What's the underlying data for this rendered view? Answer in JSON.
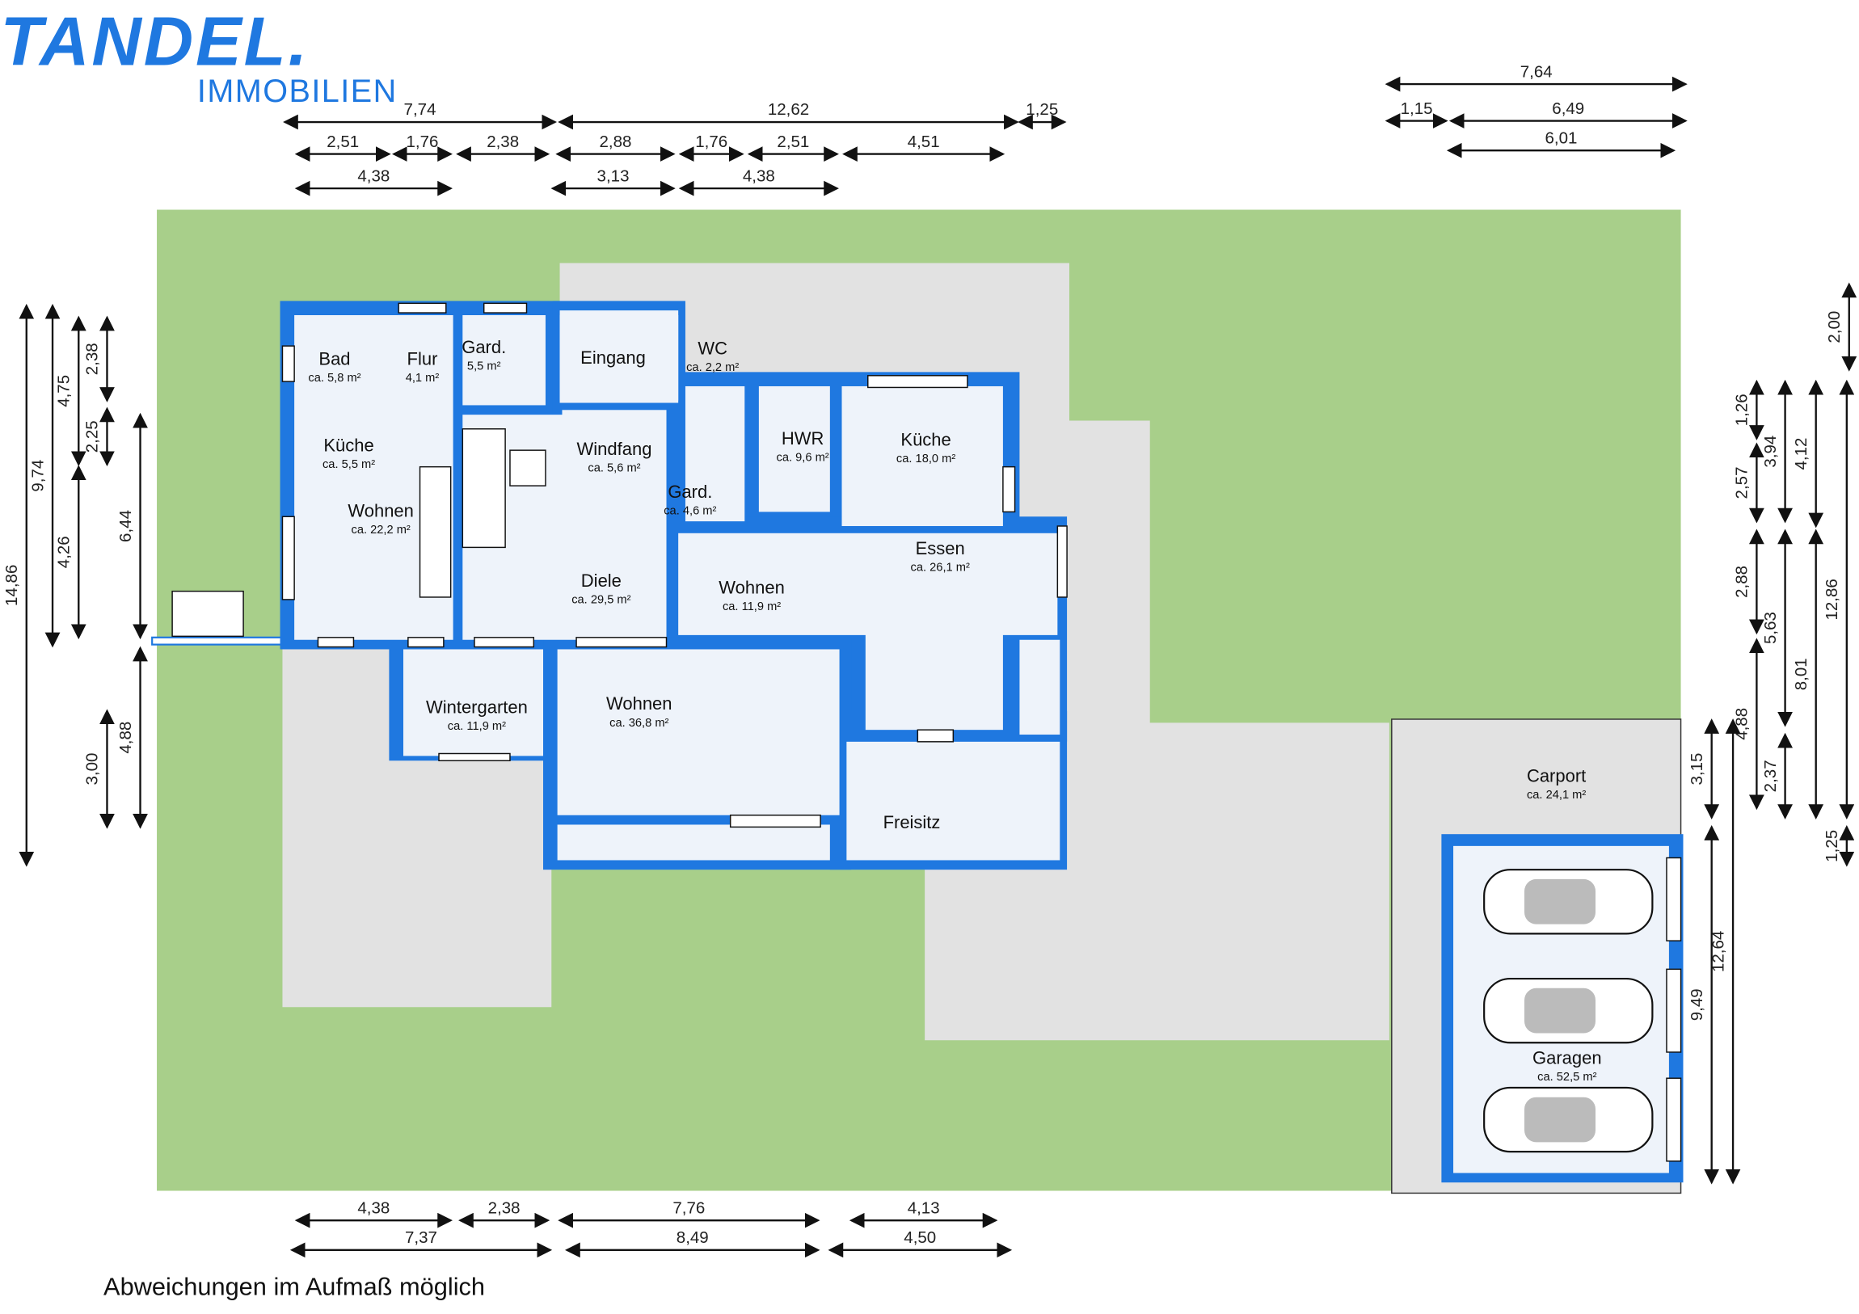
{
  "logo": {
    "brand": "TANDEL.",
    "subtitle": "IMMOBILIEN"
  },
  "footer_note": "Abweichungen im Aufmaß möglich",
  "colors": {
    "wall": "#1f78e0",
    "lawn": "#a8cf8a",
    "paving": "#e2e2e2",
    "floor": "#eef3fa"
  },
  "rooms": [
    {
      "name": "Bad",
      "area": "ca. 5,8 m²"
    },
    {
      "name": "Flur",
      "area": "4,1 m²"
    },
    {
      "name": "Gard.",
      "area": "5,5 m²"
    },
    {
      "name": "Eingang",
      "area": ""
    },
    {
      "name": "WC",
      "area": "ca. 2,2 m²"
    },
    {
      "name": "HWR",
      "area": "ca. 9,6 m²"
    },
    {
      "name": "Küche",
      "area": "ca. 18,0 m²"
    },
    {
      "name": "Küche",
      "area": "ca. 5,5 m²"
    },
    {
      "name": "Windfang",
      "area": "ca. 5,6 m²"
    },
    {
      "name": "Gard.",
      "area": "ca. 4,6 m²"
    },
    {
      "name": "Wohnen",
      "area": "ca. 22,2 m²"
    },
    {
      "name": "Diele",
      "area": "ca. 29,5 m²"
    },
    {
      "name": "Wohnen",
      "area": "ca. 11,9 m²"
    },
    {
      "name": "Essen",
      "area": "ca. 26,1 m²"
    },
    {
      "name": "Wintergarten",
      "area": "ca. 11,9 m²"
    },
    {
      "name": "Wohnen",
      "area": "ca. 36,8 m²"
    },
    {
      "name": "Freisitz",
      "area": ""
    },
    {
      "name": "Carport",
      "area": "ca. 24,1 m²"
    },
    {
      "name": "Garagen",
      "area": "ca. 52,5 m²"
    }
  ],
  "dimensions": {
    "top": [
      "7,74",
      "12,62",
      "1,25",
      "2,51",
      "1,76",
      "2,38",
      "2,88",
      "1,76",
      "2,51",
      "4,51",
      "4,38",
      "3,13",
      "4,38"
    ],
    "top_right": [
      "7,64",
      "1,15",
      "6,49",
      "6,01"
    ],
    "bottom": [
      "4,38",
      "2,38",
      "7,76",
      "4,13",
      "7,37",
      "8,49",
      "4,50"
    ],
    "left": [
      "14,86",
      "9,74",
      "4,75",
      "2,38",
      "2,25",
      "4,26",
      "6,44",
      "4,88",
      "3,00"
    ],
    "right": [
      "2,00",
      "1,26",
      "3,94",
      "4,12",
      "12,86",
      "2,57",
      "2,88",
      "5,63",
      "8,01",
      "4,88",
      "2,37",
      "1,25",
      "3,15",
      "12,64",
      "9,49"
    ]
  }
}
